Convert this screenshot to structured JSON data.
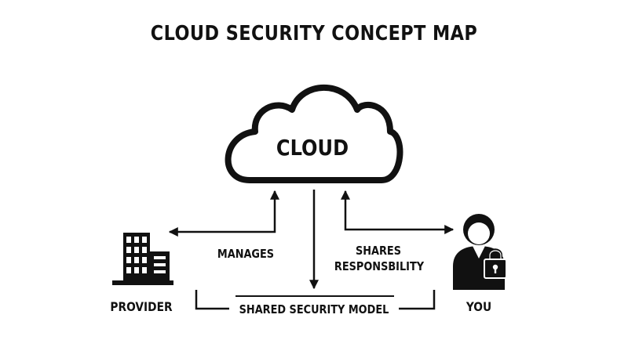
{
  "title": "CLOUD SECURITY CONCEPT MAP",
  "nodes": {
    "cloud": "CLOUD",
    "provider": "PROVIDER",
    "you": "YOU"
  },
  "edges": {
    "manages": "MANAGES",
    "shares_line1": "SHARES",
    "shares_line2": "RESPONSBILITY",
    "shared_model": "SHARED SECURITY MODEL"
  },
  "icons": {
    "cloud": "cloud-shape",
    "provider": "office-building-icon",
    "you": "person-with-padlock-icon"
  },
  "colors": {
    "ink": "#111111",
    "background": "#ffffff"
  }
}
